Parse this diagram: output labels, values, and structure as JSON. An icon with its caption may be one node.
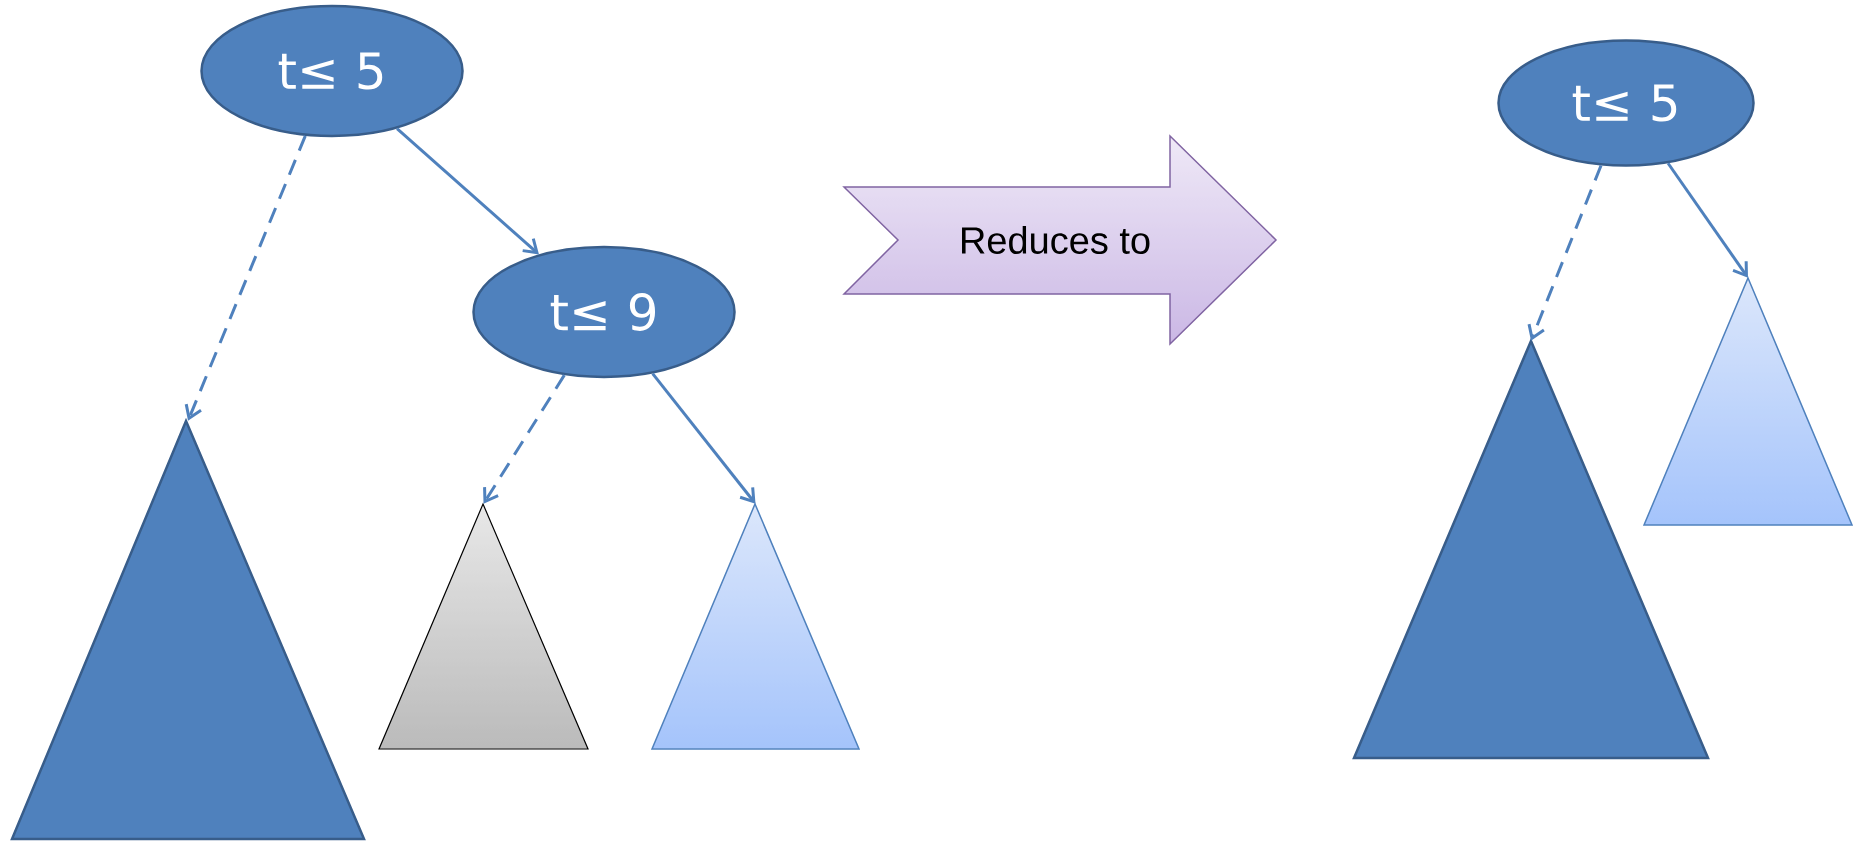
{
  "diagram": {
    "nodes": [
      {
        "text": [
          "t≤ 5"
        ]
      },
      {
        "text": [
          "t≤ 9"
        ]
      },
      {
        "text": [],
        "shape": "triangle"
      },
      {
        "text": [],
        "shape": "triangle"
      },
      {
        "text": [],
        "shape": "triangle"
      },
      {
        "text": [
          "Reduces to"
        ]
      },
      {
        "text": [
          "t≤ 5"
        ]
      },
      {
        "text": [],
        "shape": "triangle"
      },
      {
        "text": [],
        "shape": "triangle"
      }
    ],
    "edges": [
      {
        "from": 0,
        "to": 2,
        "arrow": "to",
        "style": "dashed"
      },
      {
        "from": 0,
        "to": 1,
        "arrow": "to"
      },
      {
        "from": 1,
        "to": 3,
        "arrow": "to",
        "style": "dashed"
      },
      {
        "from": 1,
        "to": 4,
        "arrow": "to"
      },
      {
        "from": 6,
        "to": 7,
        "arrow": "to",
        "style": "dashed"
      },
      {
        "from": 6,
        "to": 8,
        "arrow": "to"
      }
    ]
  }
}
